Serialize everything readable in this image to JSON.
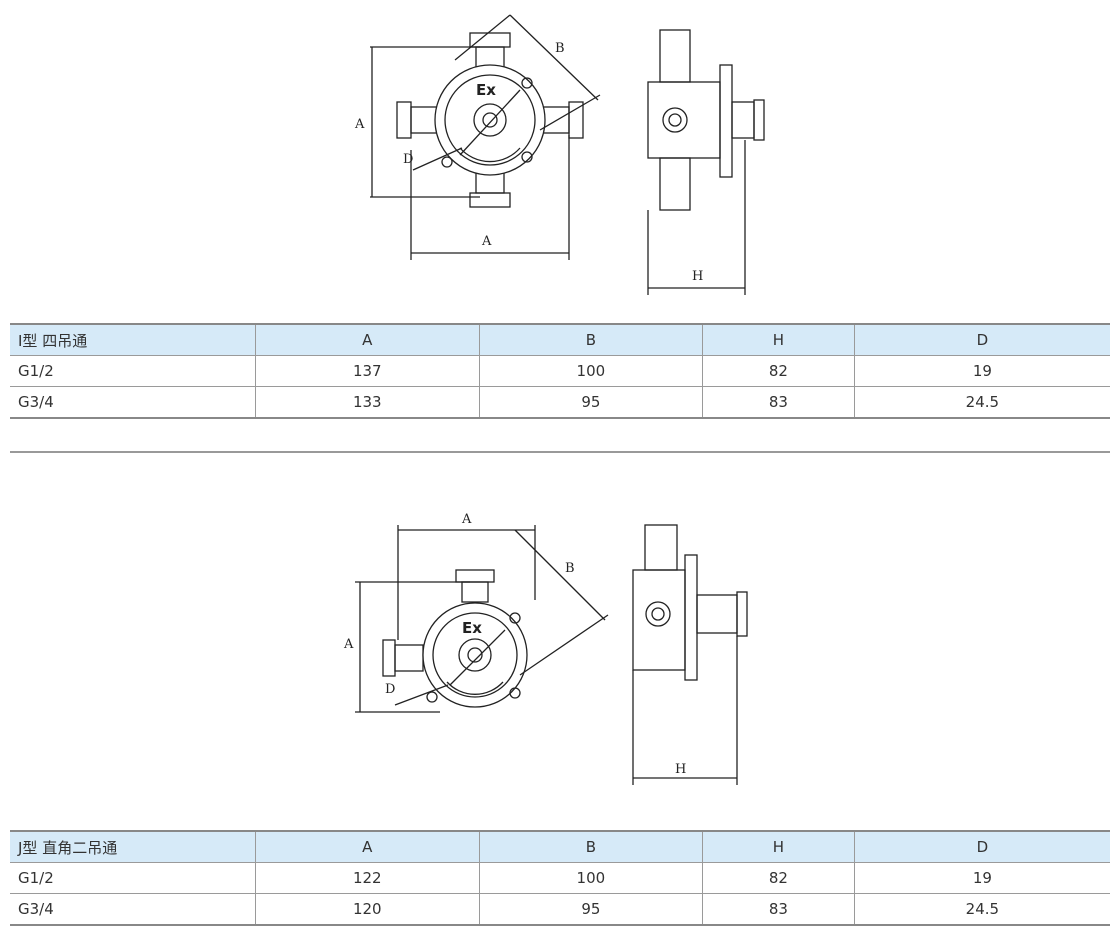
{
  "diagram1": {
    "labels": {
      "a": "A",
      "b": "B",
      "d": "D",
      "h": "H",
      "ex": "Ex"
    }
  },
  "diagram2": {
    "labels": {
      "a": "A",
      "b": "B",
      "d": "D",
      "h": "H",
      "ex": "Ex"
    }
  },
  "table1": {
    "headers": [
      "I型 四吊通",
      "A",
      "B",
      "H",
      "D"
    ],
    "rows": [
      [
        "G1/2",
        "137",
        "100",
        "82",
        "19"
      ],
      [
        "G3/4",
        "133",
        "95",
        "83",
        "24.5"
      ]
    ]
  },
  "table2": {
    "headers": [
      "J型 直角二吊通",
      "A",
      "B",
      "H",
      "D"
    ],
    "rows": [
      [
        "G1/2",
        "122",
        "100",
        "82",
        "19"
      ],
      [
        "G3/4",
        "120",
        "95",
        "83",
        "24.5"
      ]
    ]
  }
}
